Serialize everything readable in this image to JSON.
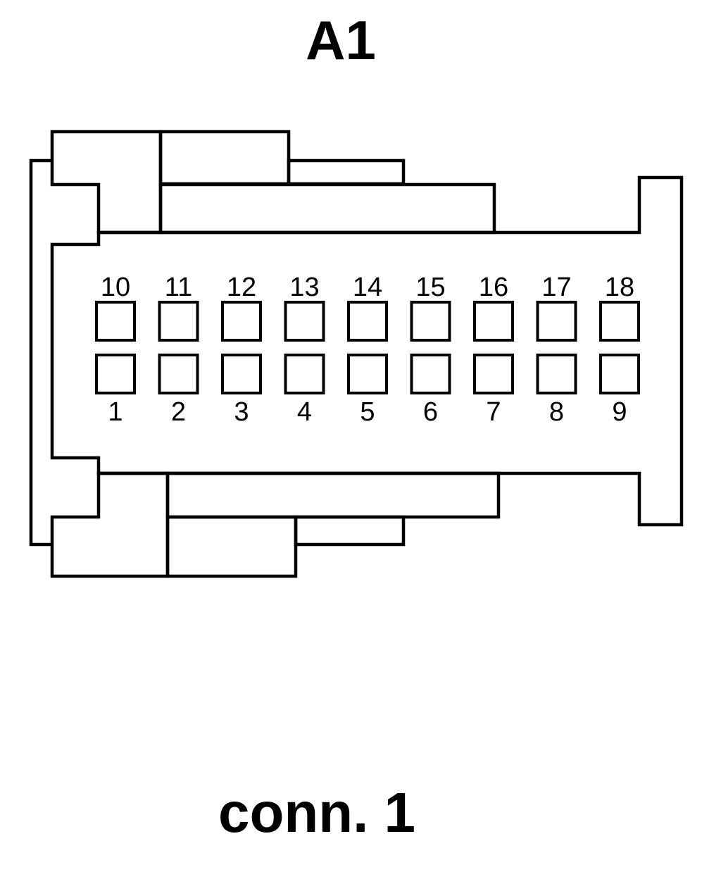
{
  "title": "A1",
  "caption": "conn. 1",
  "connector": {
    "rows": 2,
    "pins_per_row": 9,
    "top_row_labels": [
      "10",
      "11",
      "12",
      "13",
      "14",
      "15",
      "16",
      "17",
      "18"
    ],
    "bottom_row_labels": [
      "1",
      "2",
      "3",
      "4",
      "5",
      "6",
      "7",
      "8",
      "9"
    ]
  },
  "colors": {
    "line": "#000000",
    "background": "#ffffff"
  }
}
